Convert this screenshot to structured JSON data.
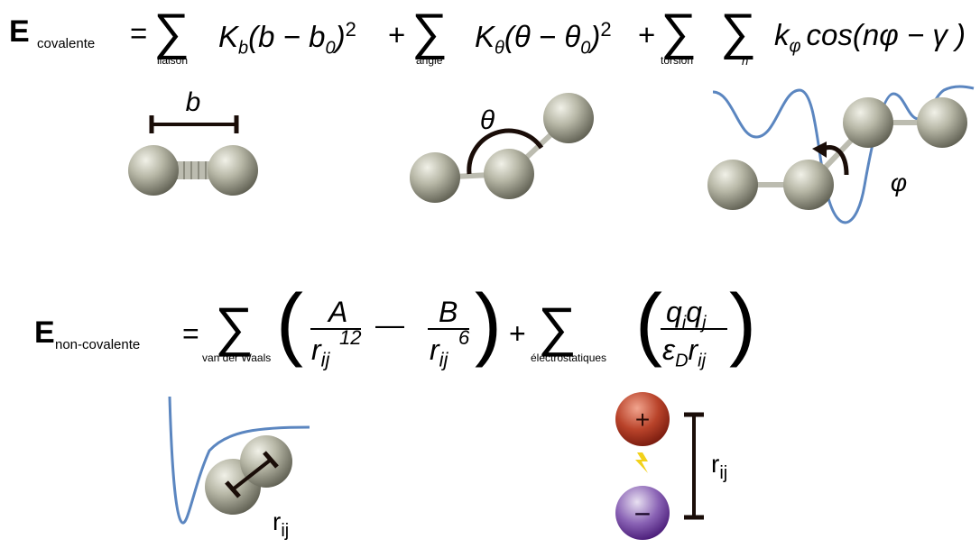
{
  "covalent": {
    "E": "E",
    "sub": "covalente",
    "eq": "=",
    "sigma": "∑",
    "sum_liaison": "liaison",
    "term1": "K",
    "term1_sub": "b",
    "term1_body": "(b − b",
    "term1_body_sub": "0",
    "term1_close": ")",
    "sq": "2",
    "plus": "+",
    "sum_angle": "angle",
    "term2": "K",
    "term2_sub": "θ",
    "term2_body": "(θ − θ",
    "term2_body_sub": "0",
    "term2_close": ")",
    "sum_torsion": "torsion",
    "sum_n": "n",
    "term3": "k",
    "term3_sub": "φ",
    "term3_body": "cos(nφ − γ )"
  },
  "noncovalent": {
    "E": "E",
    "sub": "non-covalente",
    "eq": "=",
    "sigma": "∑",
    "sum_vdw": "van der Waals",
    "A": "A",
    "B": "B",
    "r": "r",
    "ij": "ij",
    "exp12": "12",
    "exp6": "6",
    "minus": "—",
    "plus": "+",
    "sum_elec": "éléctrostatiques",
    "q": "q",
    "qi": "i",
    "qj": "j",
    "eps": "ε",
    "epsD": "D"
  },
  "diagrams": {
    "bond_label": "b",
    "angle_label": "θ",
    "torsion_label": "φ",
    "vdw_label": "r",
    "vdw_label_sub": "ij",
    "plus_charge": "+",
    "minus_charge": "−",
    "elec_label": "r",
    "elec_label_sub": "ij"
  },
  "colors": {
    "atom": "#9a9a86",
    "bond": "#bcbcb0",
    "wave": "#5b86c0",
    "positive": "#a6311c",
    "negative": "#5b2a86",
    "spark": "#f2d11a",
    "ink": "#1a0d08"
  }
}
